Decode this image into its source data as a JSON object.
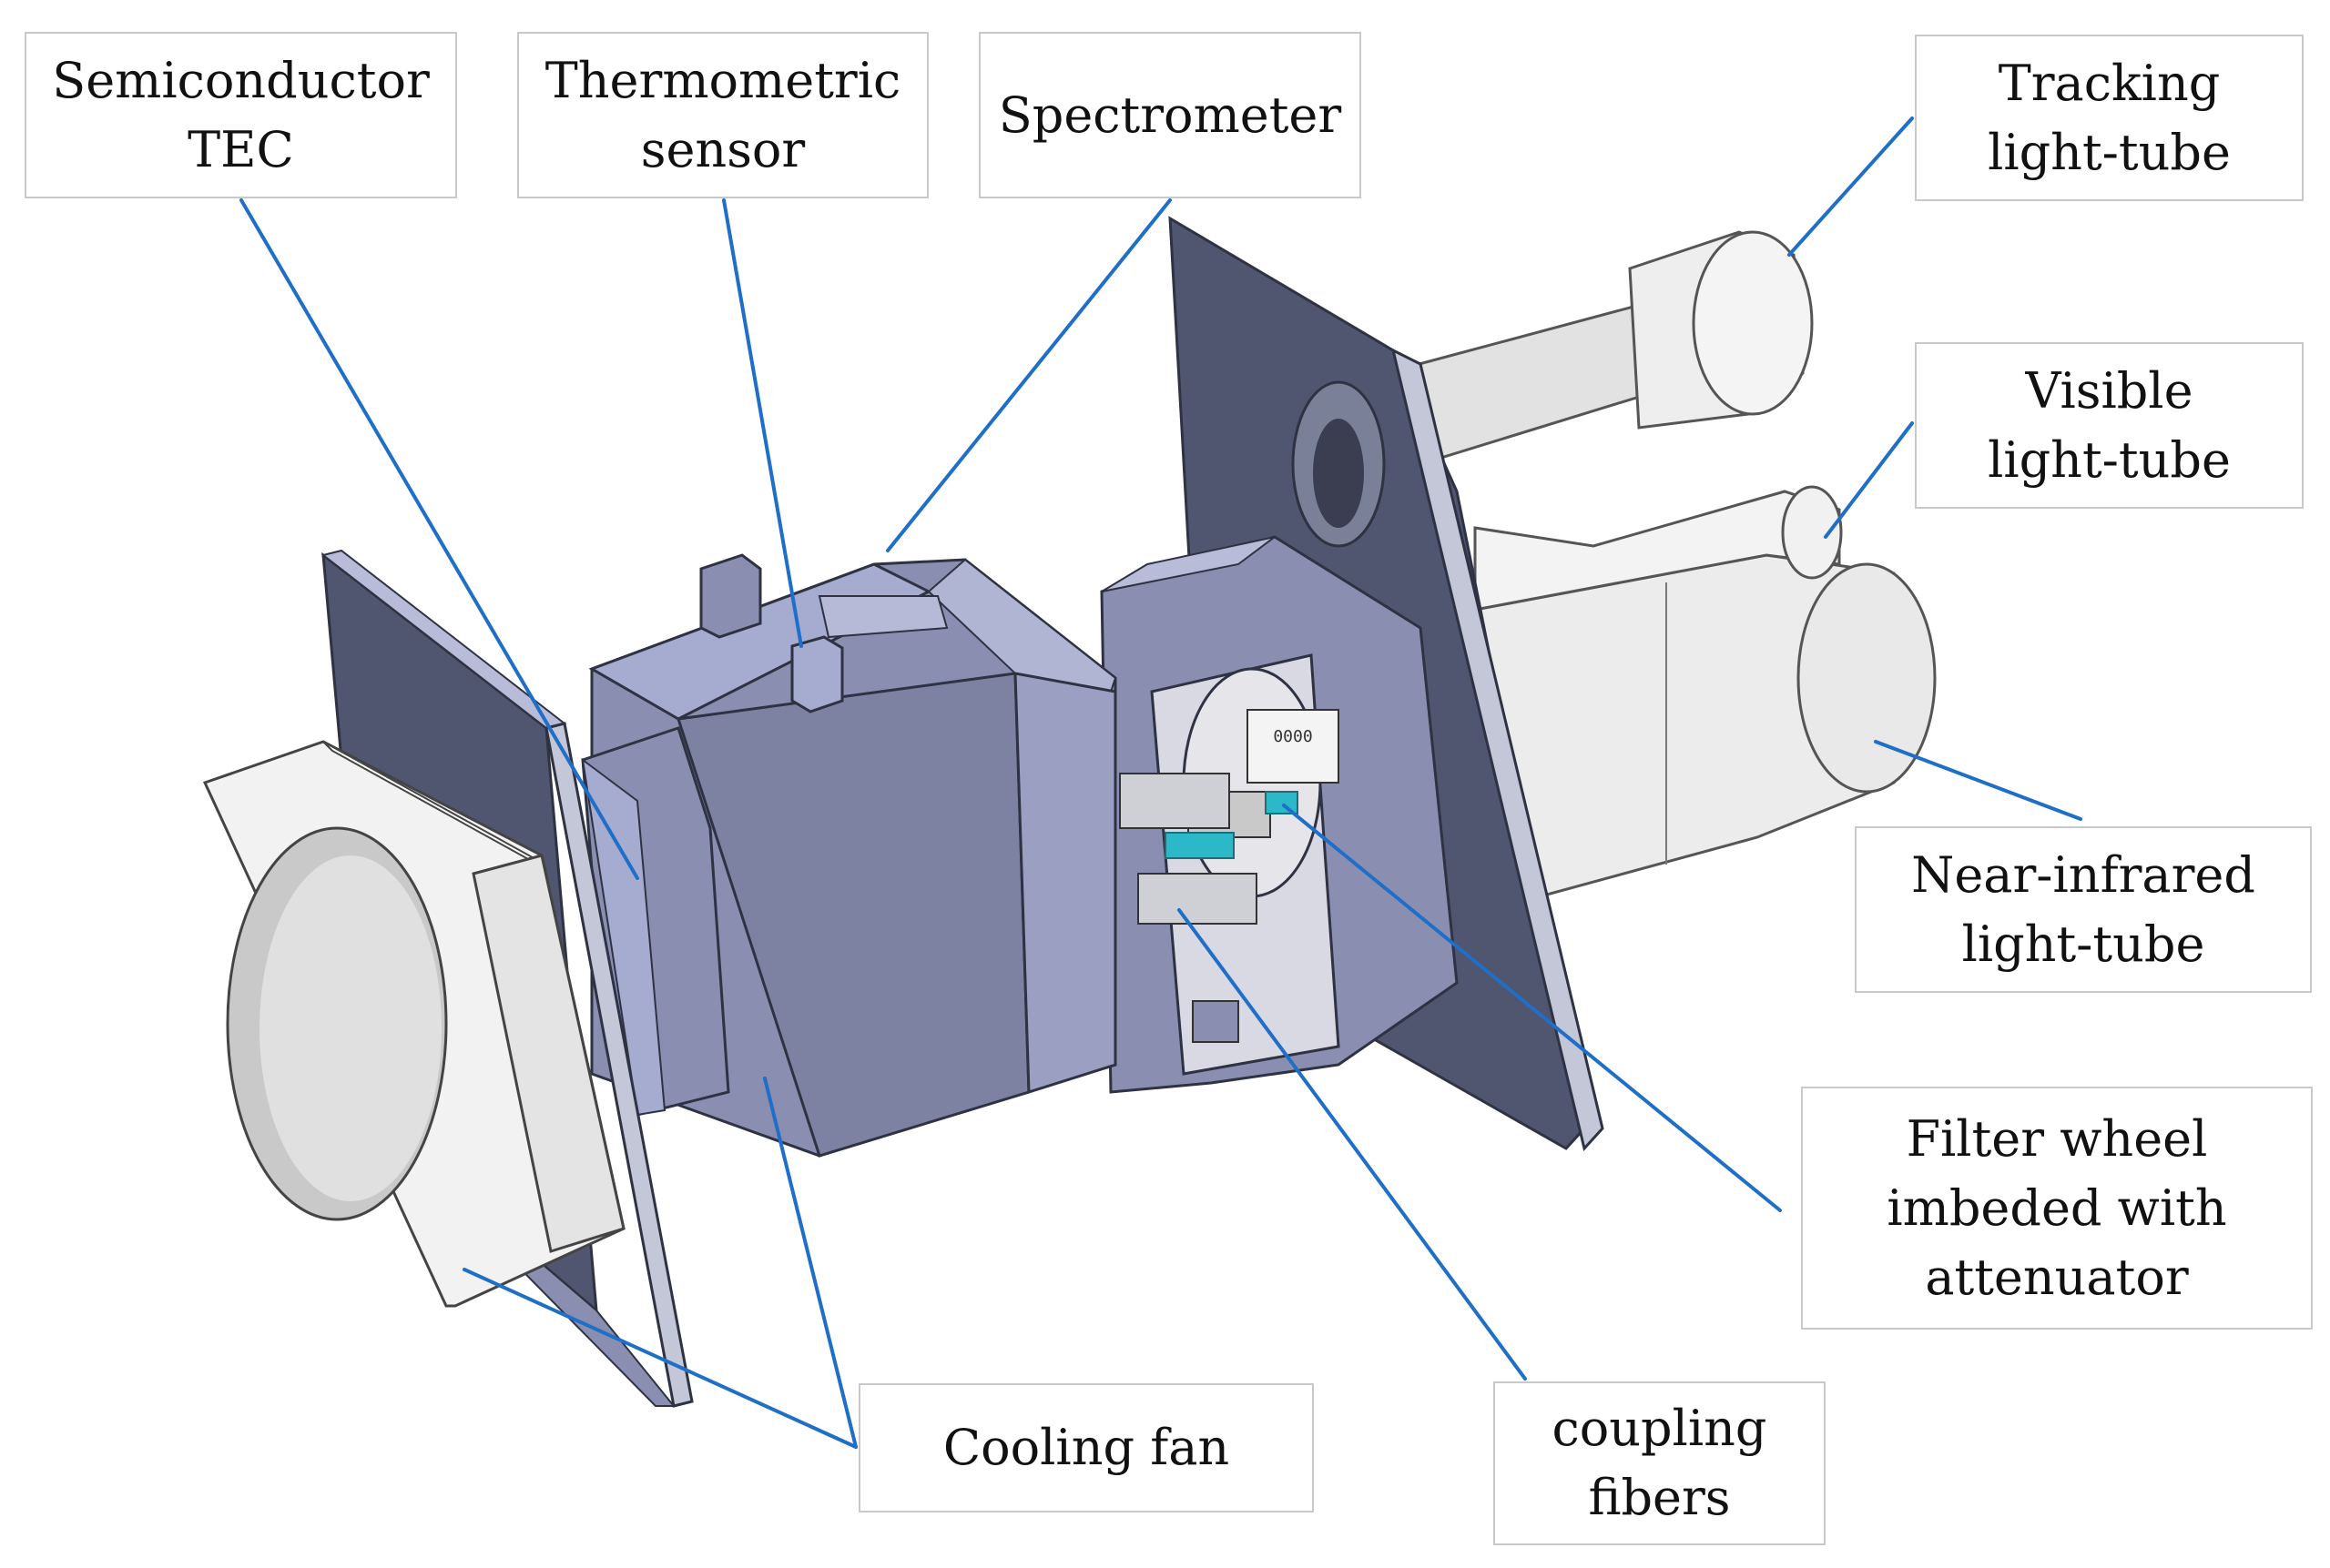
{
  "colors": {
    "leader": "#1f6fc8",
    "body_blue": "#a6abd0",
    "body_mid": "#8a8fb2",
    "body_dark": "#50566f",
    "tube_white": "#f1f1f1",
    "tube_shade": "#d2d2d2",
    "fiber_cyan": "#2bb8c9"
  },
  "labels": {
    "semiconductor_tec": [
      "Semiconductor",
      "TEC"
    ],
    "thermometric_sensor": [
      "Thermometric",
      "sensor"
    ],
    "spectrometer": [
      "Spectrometer"
    ],
    "tracking_light_tube": [
      "Tracking",
      "light-tube"
    ],
    "visible_light_tube": [
      "Visible",
      "light-tube"
    ],
    "near_infrared_light_tube": [
      "Near-infrared",
      "light-tube"
    ],
    "filter_wheel": [
      "Filter wheel",
      "imbeded with",
      "attenuator"
    ],
    "coupling_fibers": [
      "coupling",
      "fibers"
    ],
    "cooling_fan": [
      "Cooling fan"
    ]
  }
}
